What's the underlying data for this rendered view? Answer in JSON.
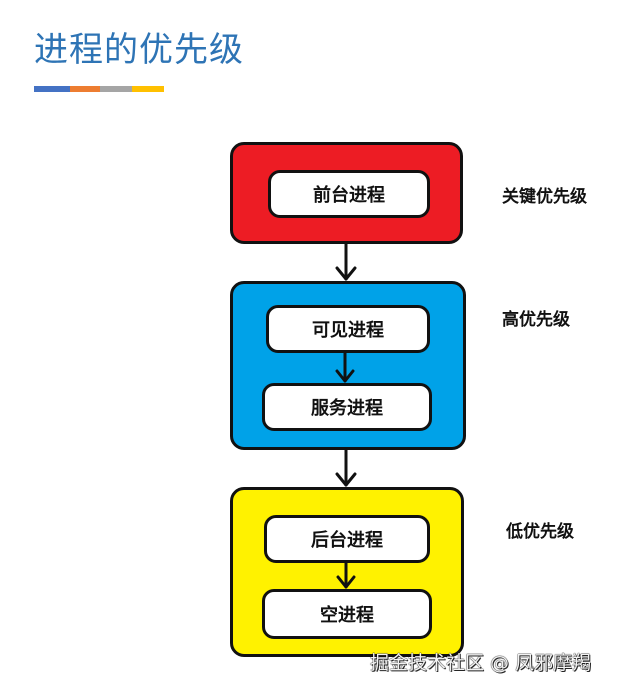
{
  "page": {
    "title": "进程的优先级",
    "accent_stripes": [
      "#4472c4",
      "#ed7d31",
      "#a5a5a5",
      "#ffc000"
    ]
  },
  "diagram": {
    "groups": [
      {
        "color": "#ed1c24",
        "priority_label": "关键优先级",
        "processes": [
          "前台进程"
        ]
      },
      {
        "color": "#00a2e8",
        "priority_label": "高优先级",
        "processes": [
          "可见进程",
          "服务进程"
        ]
      },
      {
        "color": "#fff200",
        "priority_label": "低优先级",
        "processes": [
          "后台进程",
          "空进程"
        ]
      }
    ]
  },
  "watermark": "掘金技术社区 @ 凤邪摩羯"
}
